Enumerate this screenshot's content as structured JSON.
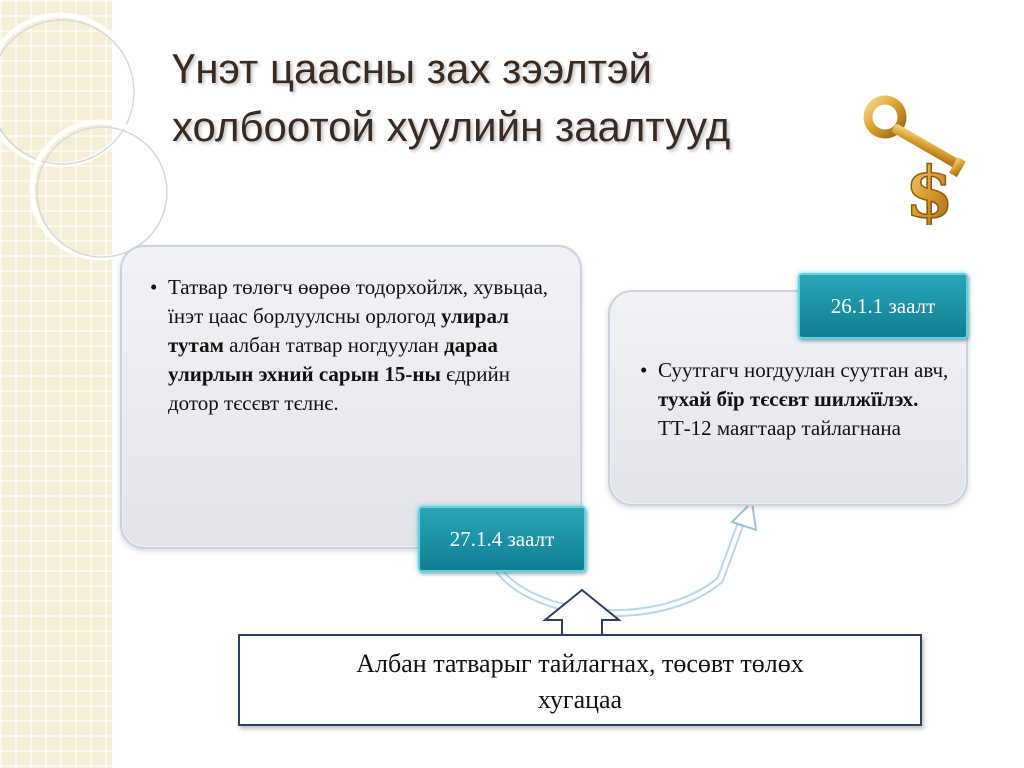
{
  "title": {
    "line1": "Үнэт цаасны зах зээлтэй",
    "line2": "холбоотой хуулийн заалтууд"
  },
  "left_card": {
    "text_1": "Татвар төлөгч өөрөө тодорхойлж, хувьцаа, їнэт цаас борлуулсны орлогод ",
    "bold_1": "улирал тутам",
    "text_2": " албан татвар ногдуулан ",
    "bold_2": "дараа улирлын эхний сарын 15-ны",
    "text_3": " єдрийн дотор тєсєвт тєлнє."
  },
  "left_tag": "27.1.4 заалт",
  "right_card": {
    "text_1": "Суутгагч ногдуулан суутган авч, ",
    "bold_1": "тухай бїр тєсєвт шилжїїлэх.",
    "text_2": " ТТ-12 маягтаар тайлагнана"
  },
  "right_tag": "26.1.1 заалт",
  "deadline_box": {
    "line1": "Албан татварыг тайлагнах, төсөвт төлөх",
    "line2": "хугацаа"
  },
  "icons": {
    "key": "golden-key-dollar-icon",
    "arrow": "curved-double-arrow"
  },
  "colors": {
    "title": "#3a2a20",
    "tag_bg": "#1a90a5",
    "card_bg": "#e8eaee",
    "box_border": "#2c3f64",
    "side_band": "#f6edd5"
  }
}
